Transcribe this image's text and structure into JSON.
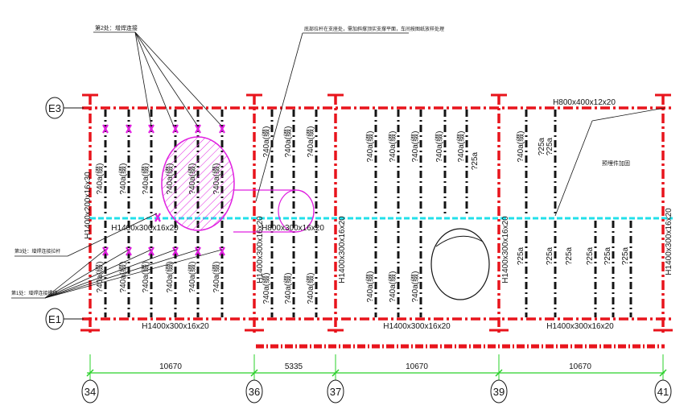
{
  "colors": {
    "red": "#e8141c",
    "black": "#141414",
    "cyan": "#22e0ea",
    "magenta": "#e020e0",
    "green": "#2ad02a"
  },
  "grid": {
    "rows": [
      "E3",
      "E1"
    ],
    "cols": [
      "34",
      "36",
      "37",
      "39",
      "41"
    ]
  },
  "dims": [
    "10670",
    "5335",
    "10670",
    "10670"
  ],
  "beams": {
    "top_right": "H800x400x12x20",
    "left_vertical": "H1400x200x16x30",
    "mid_left": "H1400x300x16x20",
    "mid_center": "H800x300x16x20",
    "bottom_1": "H1400x300x16x20",
    "bottom_2": "H1400x300x16x20",
    "bottom_3": "H1400x300x16x20",
    "col36": "H1400x300x16x20",
    "col37": "H1400x300x16x20",
    "col39": "H1400x300x16x20",
    "col41": "H1400x300x16x20"
  },
  "purlins": {
    "upper": [
      "?40a(缀)",
      "?40a(缀)",
      "?40a(缀)",
      "?40a(缀)",
      "?40a(缀)",
      "?40a(缀)",
      "?40a(缀)",
      "?40a(缀)",
      "?40a(缀)",
      "?40a(缀)",
      "?40a(缀)",
      "?40a(缀)",
      "?40a(缀)",
      "?40a(缀)",
      "?40a(缀)",
      "?25a"
    ],
    "lower": [
      "?40a(缀)",
      "?40a(缀)",
      "?40a(缀)",
      "?40a(缀)",
      "?40a(缀)",
      "?40a(缀)",
      "?40a(缀)",
      "?40a(缀)",
      "?40a(缀)",
      "?40a(缀)",
      "?40a(缀)",
      "?40a(缀)",
      "?40a(缀)"
    ],
    "right": [
      "?25a",
      "?25a",
      "?25a",
      "?25a",
      "?25a",
      "?25a",
      "?25a"
    ]
  },
  "notes": {
    "n1": "第2处：增焊连接",
    "n2": "底部拉杆在支座处，需加斜撑顶实支撑平面，车间按图纸放样处理",
    "n3": "第3处：增焊连接拉杆",
    "n4": "第1处：增焊连接螺栓",
    "n5": "预埋件加固"
  }
}
